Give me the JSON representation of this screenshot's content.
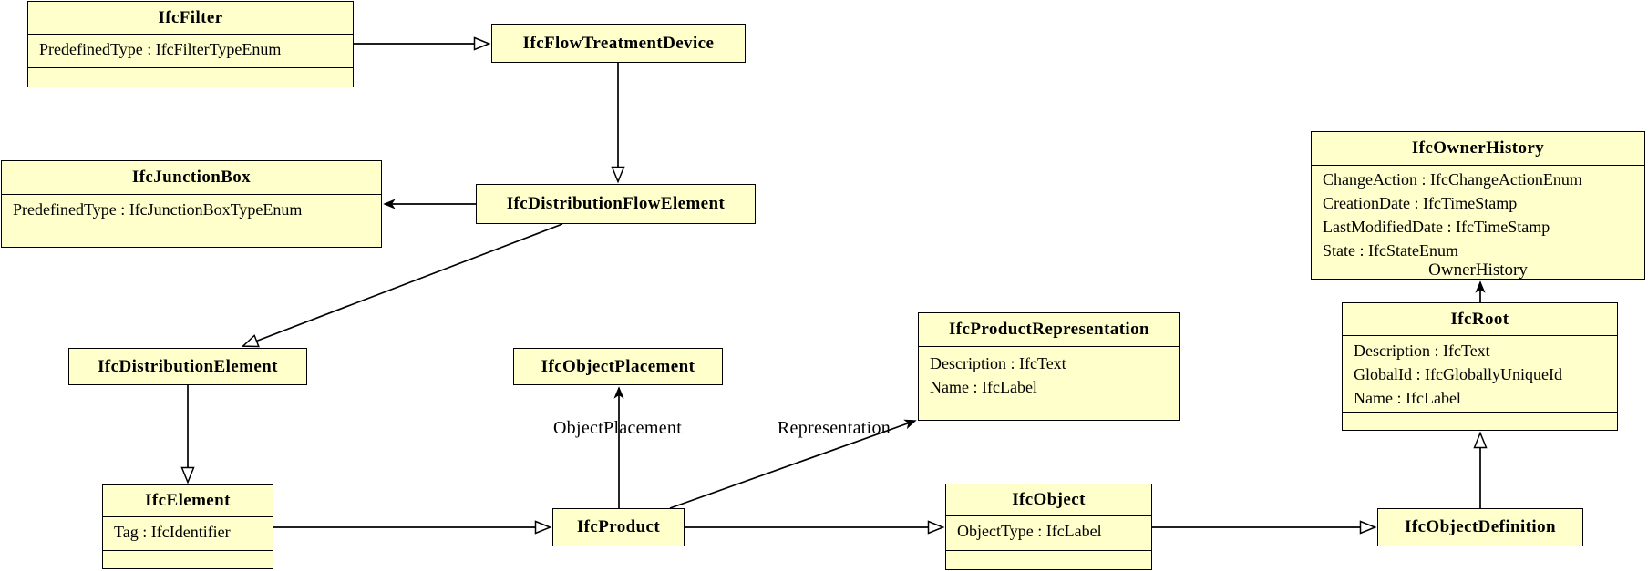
{
  "colors": {
    "box_fill": "#FFFFCC",
    "box_border": "#000000",
    "line": "#000000"
  },
  "classes": {
    "ifc_filter": {
      "title": "IfcFilter",
      "attrs": [
        "PredefinedType : IfcFilterTypeEnum"
      ]
    },
    "ifc_flow_treatment_device": {
      "title": "IfcFlowTreatmentDevice"
    },
    "ifc_junction_box": {
      "title": "IfcJunctionBox",
      "attrs": [
        "PredefinedType : IfcJunctionBoxTypeEnum"
      ]
    },
    "ifc_distribution_flow_element": {
      "title": "IfcDistributionFlowElement"
    },
    "ifc_distribution_element": {
      "title": "IfcDistributionElement"
    },
    "ifc_element": {
      "title": "IfcElement",
      "attrs": [
        "Tag : IfcIdentifier"
      ]
    },
    "ifc_object_placement": {
      "title": "IfcObjectPlacement"
    },
    "ifc_product": {
      "title": "IfcProduct"
    },
    "ifc_product_representation": {
      "title": "IfcProductRepresentation",
      "attrs": [
        "Description : IfcText",
        "Name : IfcLabel"
      ]
    },
    "ifc_object": {
      "title": "IfcObject",
      "attrs": [
        "ObjectType : IfcLabel"
      ]
    },
    "ifc_owner_history": {
      "title": "IfcOwnerHistory",
      "attrs": [
        "ChangeAction : IfcChangeActionEnum",
        "CreationDate : IfcTimeStamp",
        "LastModifiedDate : IfcTimeStamp",
        "State : IfcStateEnum"
      ],
      "footer": "OwnerHistory"
    },
    "ifc_root": {
      "title": "IfcRoot",
      "attrs": [
        "Description : IfcText",
        "GlobalId : IfcGloballyUniqueId",
        "Name : IfcLabel"
      ]
    },
    "ifc_object_definition": {
      "title": "IfcObjectDefinition"
    }
  },
  "edge_labels": {
    "object_placement": "ObjectPlacement",
    "representation": "Representation"
  }
}
